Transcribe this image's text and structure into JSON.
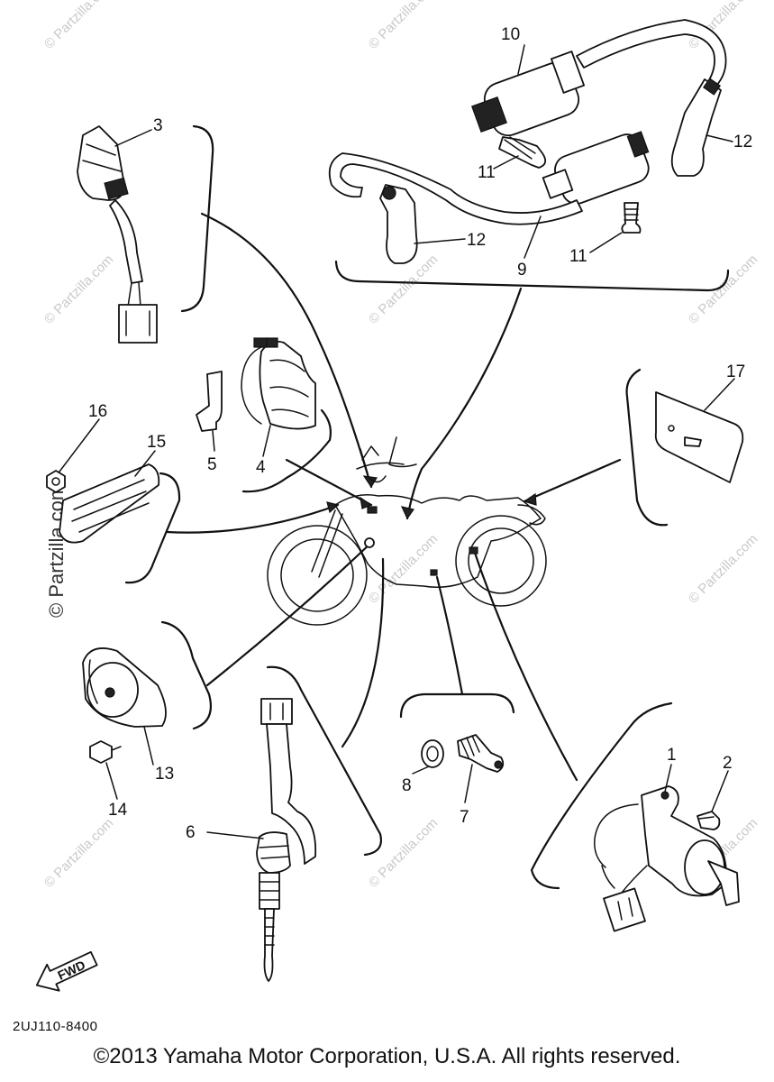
{
  "watermark": {
    "site": "© Partzilla.com"
  },
  "callouts": {
    "c1": "1",
    "c2": "2",
    "c3": "3",
    "c4": "4",
    "c5": "5",
    "c6": "6",
    "c7": "7",
    "c8": "8",
    "c9": "9",
    "c10": "10",
    "c11a": "11",
    "c11b": "11",
    "c12a": "12",
    "c12b": "12",
    "c13": "13",
    "c14": "14",
    "c15": "15",
    "c16": "16",
    "c17": "17"
  },
  "fwd_arrow": {
    "label": "FWD"
  },
  "diagram_code": "2UJ110-8400",
  "copyright": "©2013 Yamaha Motor Corporation, U.S.A. All rights reserved."
}
